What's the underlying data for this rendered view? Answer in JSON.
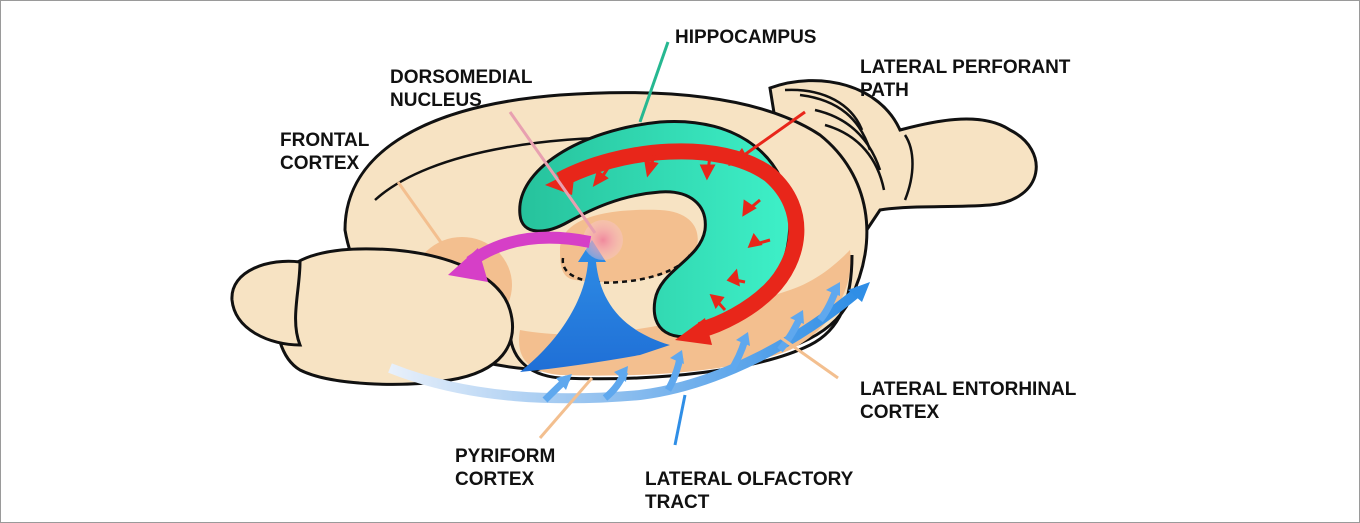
{
  "labels": {
    "hippocampus": "HIPPOCAMPUS",
    "dorsomedial_nucleus": [
      "DORSOMEDIAL",
      "NUCLEUS"
    ],
    "lateral_perforant_path": [
      "LATERAL PERFORANT",
      "PATH"
    ],
    "frontal_cortex": [
      "FRONTAL",
      "CORTEX"
    ],
    "lateral_entorhinal_cortex": [
      "LATERAL ENTORHINAL",
      "CORTEX"
    ],
    "pyriform_cortex": [
      "PYRIFORM",
      "CORTEX"
    ],
    "lateral_olfactory_tract": [
      "LATERAL OLFACTORY",
      "TRACT"
    ]
  },
  "colors": {
    "brain": "#f7e3c3",
    "cortex_region": "#f3bf8f",
    "hippocampus": "#2fd9b3",
    "perforant_path": "#e8261a",
    "olfactory_tract": "#2f8ee6",
    "thalamic_projection": "#d63fc7",
    "dorsomedial_nucleus": "#f2a3b3"
  }
}
